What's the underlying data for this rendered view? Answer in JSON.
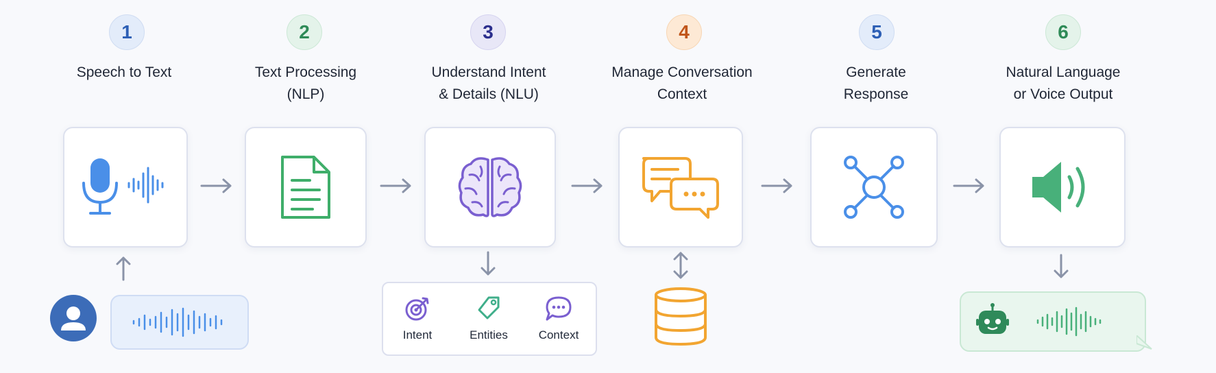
{
  "steps": [
    {
      "number": "1",
      "title_lines": [
        "Speech to Text",
        ""
      ],
      "color": "#2d5fb5",
      "badge_bg": "#e3ecfa"
    },
    {
      "number": "2",
      "title_lines": [
        "Text Processing",
        "(NLP)"
      ],
      "color": "#2e8a57",
      "badge_bg": "#e4f3ea"
    },
    {
      "number": "3",
      "title_lines": [
        "Understand Intent",
        "& Details (NLU)"
      ],
      "color": "#2b2e8c",
      "badge_bg": "#e8e7f7"
    },
    {
      "number": "4",
      "title_lines": [
        "Manage Conversation",
        "Context"
      ],
      "color": "#c0551a",
      "badge_bg": "#fde9d5"
    },
    {
      "number": "5",
      "title_lines": [
        "Generate",
        "Response"
      ],
      "color": "#2d5fb5",
      "badge_bg": "#e3ecfa"
    },
    {
      "number": "6",
      "title_lines": [
        "Natural Language",
        "or Voice Output"
      ],
      "color": "#2e8a57",
      "badge_bg": "#e4f3ea"
    }
  ],
  "icons": [
    "microphone-with-waveform-icon",
    "document-icon",
    "brain-icon",
    "chat-bubbles-icon",
    "network-hub-icon",
    "speaker-icon"
  ],
  "nlu_outputs": {
    "intent": "Intent",
    "entities": "Entities",
    "context": "Context"
  },
  "colors": {
    "blue": "#4a8fe8",
    "green": "#3fae6a",
    "purple": "#7a5fd0",
    "orange": "#f2a531",
    "arrow": "#8a93a8"
  }
}
